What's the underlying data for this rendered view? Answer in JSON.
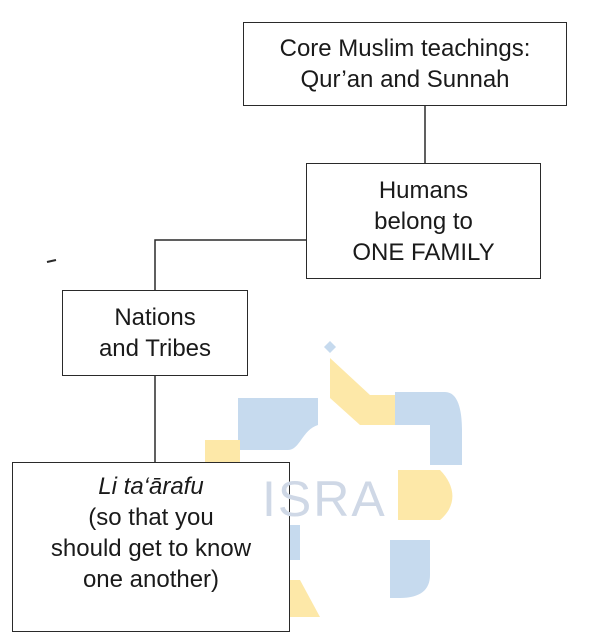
{
  "nodes": {
    "core": {
      "lines": [
        "Core Muslim teachings:",
        "Qur’an and Sunnah"
      ]
    },
    "family": {
      "lines": [
        "Humans",
        "belong to",
        "ONE FAMILY"
      ]
    },
    "nations": {
      "lines": [
        "Nations",
        "and Tribes"
      ]
    },
    "lita": {
      "title": "Li ta‘ārafu",
      "lines": [
        "(so that you",
        "should get to know",
        "one another)"
      ]
    }
  },
  "watermark": {
    "text": "ISRA",
    "colors": {
      "gold": "#fde8a8",
      "blue": "#c6daee",
      "text": "#cfd8e6"
    }
  },
  "colors": {
    "line": "#2a2a2a",
    "border": "#2a2a2a",
    "background": "#ffffff"
  }
}
